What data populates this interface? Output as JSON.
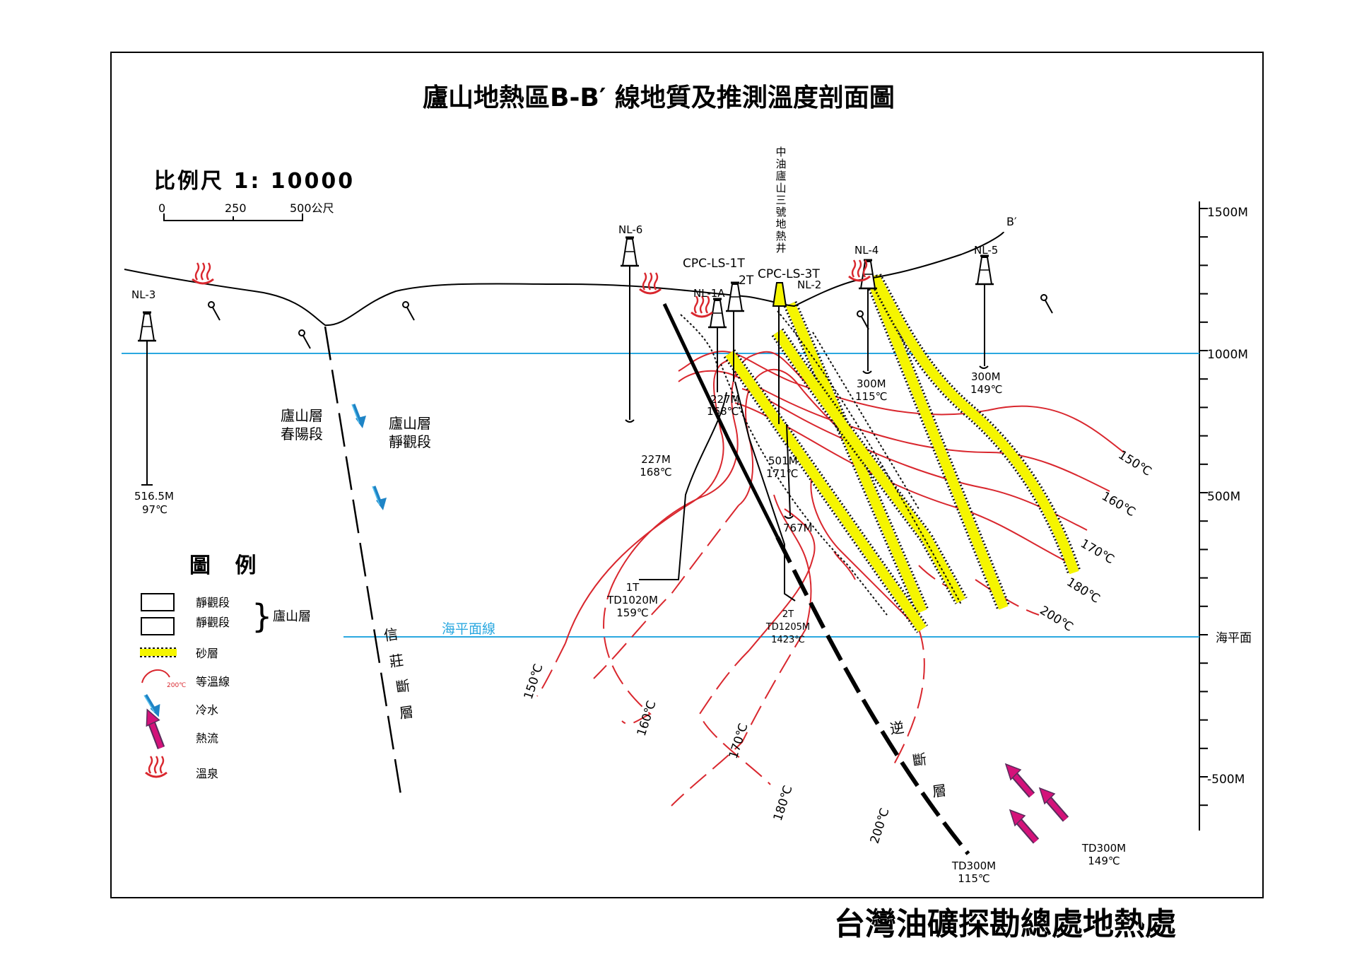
{
  "title": "廬山地熱區B-B′ 線地質及推測溫度剖面圖",
  "footer": "台灣油礦探勘總處地熱處",
  "scale": {
    "text": "比例尺 1: 10000",
    "ticks": [
      "0",
      "250",
      "500公尺"
    ]
  },
  "axis": {
    "labels": [
      "1500M",
      "1000M",
      "500M",
      "海平面",
      "-500M"
    ],
    "ticks_count": 22
  },
  "sea_level_label": "海平面線",
  "end_label": "B′",
  "legend": {
    "title": "圖 例",
    "items": [
      {
        "icon": "box",
        "label": "靜觀段"
      },
      {
        "icon": "box",
        "label": "靜觀段"
      },
      {
        "icon": "sand-layer",
        "label": "砂層"
      },
      {
        "icon": "isotherm",
        "label": "等溫線",
        "sample": "200℃"
      },
      {
        "icon": "cold-water-arrow",
        "label": "冷水"
      },
      {
        "icon": "heat-flow-arrow",
        "label": "熱流"
      },
      {
        "icon": "hot-spring",
        "label": "溫泉"
      }
    ],
    "group_label": "廬山層"
  },
  "formations": [
    {
      "id": "chunyang",
      "lines": [
        "廬山層",
        "春陽段"
      ]
    },
    {
      "id": "jingguan",
      "lines": [
        "廬山層",
        "靜觀段"
      ]
    }
  ],
  "faults": [
    {
      "id": "shinzhuang",
      "chars": [
        "信",
        "莊",
        "斷",
        "層"
      ]
    },
    {
      "id": "reverse",
      "chars": [
        "逆",
        "斷",
        "層"
      ]
    }
  ],
  "vertical_label": "中油廬山三號地熱井",
  "wells": [
    {
      "id": "nl3",
      "name": "NL-3",
      "depth": "516.5M",
      "temp": "97℃"
    },
    {
      "id": "nl6",
      "name": "NL-6"
    },
    {
      "id": "ls1t",
      "name": "CPC-LS-1T"
    },
    {
      "id": "nl1a",
      "name": "NL-1A",
      "depth": "227M",
      "temp": "168℃"
    },
    {
      "id": "ls3t",
      "name": "CPC-LS-3T"
    },
    {
      "id": "t2",
      "name": "2T"
    },
    {
      "id": "nl2",
      "name": "NL-2",
      "depth": "501M",
      "temp": "171℃",
      "bottom": "767M"
    },
    {
      "id": "nl4",
      "name": "NL-4",
      "depth": "300M",
      "temp": "115℃"
    },
    {
      "id": "nl5",
      "name": "NL-5",
      "depth": "300M",
      "temp": "149℃"
    }
  ],
  "annotations": [
    {
      "id": "a227",
      "lines": [
        "227M",
        "168℃"
      ]
    },
    {
      "id": "a1t",
      "lines": [
        "1T",
        "TD1020M",
        "159℃"
      ]
    },
    {
      "id": "a2t",
      "lines": [
        "2T",
        "TD1205M",
        "1423℃"
      ]
    },
    {
      "id": "atd300a",
      "lines": [
        "TD300M",
        "115℃"
      ]
    },
    {
      "id": "atd300b",
      "lines": [
        "TD300M",
        "149℃"
      ]
    }
  ],
  "isotherm_labels": [
    "150℃",
    "160℃",
    "170℃",
    "180℃",
    "200℃"
  ],
  "colors": {
    "red": "#d9272e",
    "blue": "#2ba8e0",
    "yellow": "#f5f500",
    "magenta": "#d4127a"
  }
}
